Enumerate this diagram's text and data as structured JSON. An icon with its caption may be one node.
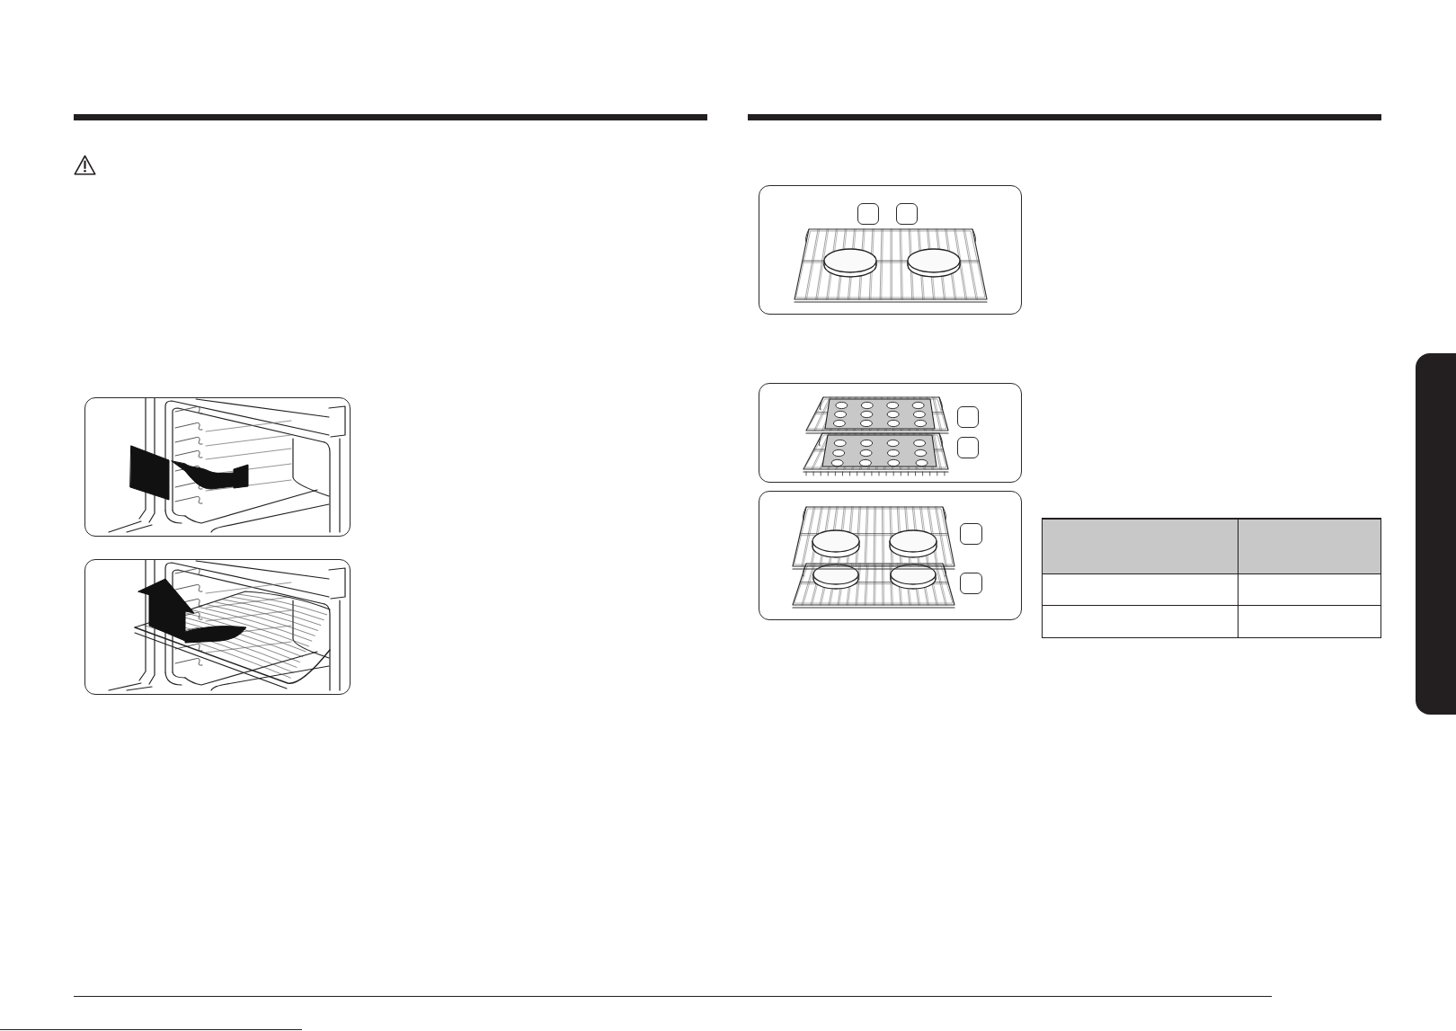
{
  "diagram": {
    "nodes": [
      {
        "text": [],
        "shape": "picture"
      },
      {
        "text": [],
        "shape": "picture"
      },
      {
        "text": [],
        "shape": "picture"
      },
      {
        "text": [],
        "shape": "box",
        "in": 2
      },
      {
        "text": [],
        "shape": "box",
        "in": 2
      },
      {
        "text": [],
        "shape": "picture"
      },
      {
        "text": [],
        "shape": "box",
        "in": 5
      },
      {
        "text": [],
        "shape": "box",
        "in": 5
      },
      {
        "text": [],
        "shape": "picture"
      },
      {
        "text": [],
        "shape": "box",
        "in": 8
      },
      {
        "text": [],
        "shape": "box",
        "in": 8
      },
      {
        "text": [],
        "shape": "bar"
      }
    ]
  }
}
